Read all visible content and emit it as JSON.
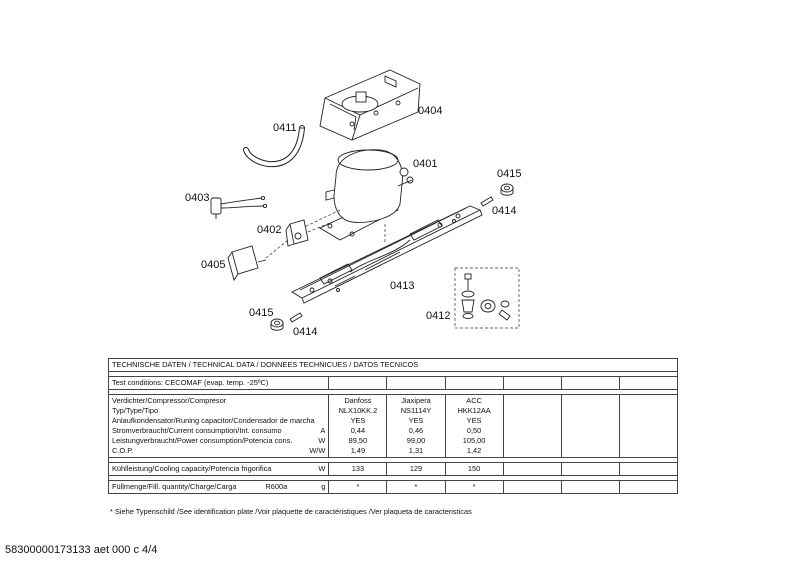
{
  "part_labels": {
    "p0404": "0404",
    "p0411": "0411",
    "p0401": "0401",
    "p0403": "0403",
    "p0415a": "0415",
    "p0414a": "0414",
    "p0402": "0402",
    "p0405": "0405",
    "p0413": "0413",
    "p0415b": "0415",
    "p0412": "0412",
    "p0414b": "0414"
  },
  "table": {
    "title": "TECHNISCHE DATEN / TECHNICAL DATA / DONNEES TECHNICUES / DATOS TECNICOS",
    "test_conditions": "Test conditions:  CECOMAF (evap. temp. -25ºC)",
    "spec_rows": [
      {
        "label": "Verdichter/Compressor/Compresor",
        "unit": "",
        "values": [
          "Danfoss",
          "Jiaxipera",
          "ACC"
        ]
      },
      {
        "label": "Typ/Type/Tipo",
        "unit": "",
        "values": [
          "NLX10KK.2",
          "NS1114Y",
          "HKK12AA"
        ]
      },
      {
        "label": "Anlaufkondensator/Runing capacitor/Condensador de marcha",
        "unit": "",
        "values": [
          "YES",
          "YES",
          "YES"
        ]
      },
      {
        "label": "Stromverbraucht/Current consumption/Int. consumo",
        "unit": "A",
        "values": [
          "0,44",
          "0,46",
          "0,50"
        ]
      },
      {
        "label": "Leistungverbraucht/Power consumption/Potencia cons.",
        "unit": "W",
        "values": [
          "89,50",
          "99,00",
          "105,00"
        ]
      },
      {
        "label": "C.O.P.",
        "unit": "W/W",
        "values": [
          "1,49",
          "1,31",
          "1,42"
        ]
      }
    ],
    "cooling": {
      "label": "Kühlleistung/Cooling capacity/Potencia frigorifica",
      "unit": "W",
      "values": [
        "133",
        "129",
        "150"
      ]
    },
    "charge": {
      "label": "Füllmenge/Fill. quantity/Charge/Carga",
      "refrigerant": "R600a",
      "unit": "g",
      "values": [
        "*",
        "*",
        "*"
      ]
    }
  },
  "footnote": "* Siehe Typenschild /See identification plate /Voir plaquette de caractéristiques /Ver plaqueta de caracteristicas",
  "document_id": "58300000173133 aet 000 c 4/4"
}
